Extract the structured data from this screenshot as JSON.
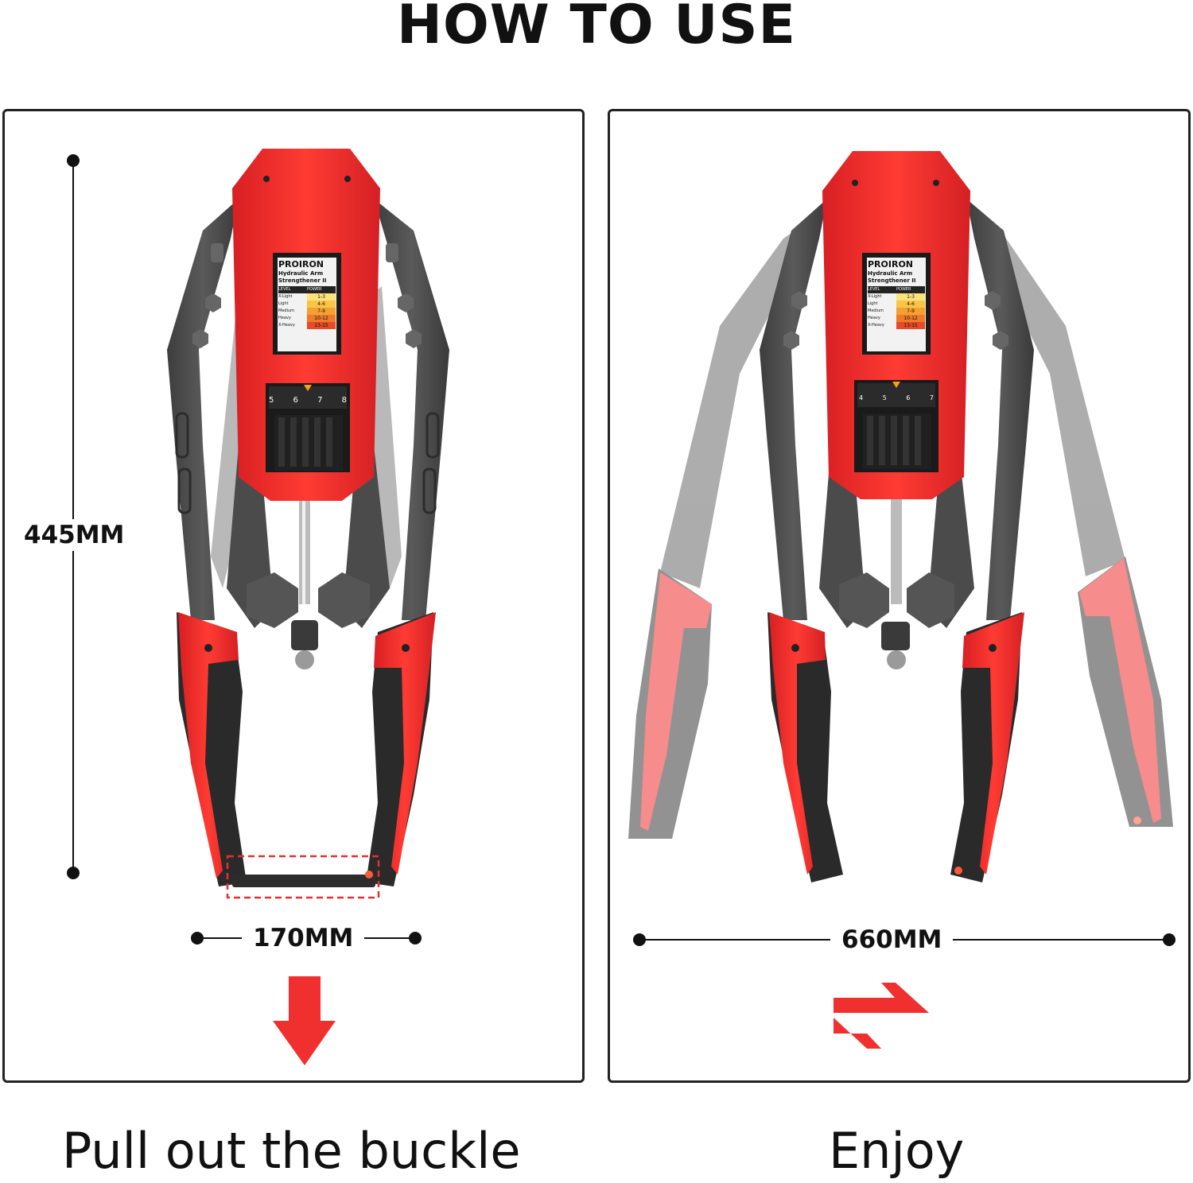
{
  "title": "HOW TO USE",
  "left_panel": {
    "height_label": "445MM",
    "width_label": "170MM",
    "caption": "Pull out the buckle"
  },
  "right_panel": {
    "width_label": "660MM",
    "caption": "Enjoy"
  },
  "product": {
    "brand": "PROIRON",
    "name_line1": "Hydraulic Arm",
    "name_line2": "Strengthener II",
    "table_headers": [
      "LEVEL",
      "POWER"
    ],
    "levels": [
      {
        "level": "X-Light",
        "power": "1-3"
      },
      {
        "level": "Light",
        "power": "4-6"
      },
      {
        "level": "Medium",
        "power": "7-9"
      },
      {
        "level": "Heavy",
        "power": "10-12"
      },
      {
        "level": "X-Heavy",
        "power": "13-15"
      }
    ],
    "dial_left": [
      "5",
      "6",
      "7",
      "8"
    ],
    "dial_right": [
      "4",
      "5",
      "6",
      "7"
    ]
  },
  "colors": {
    "accent_red": "#f0302f",
    "metal_dark": "#4a4a4a",
    "grip_black": "#2a2a2a",
    "border": "#222222"
  },
  "icons": [
    "arrow-down-icon",
    "swap-arrows-icon"
  ]
}
